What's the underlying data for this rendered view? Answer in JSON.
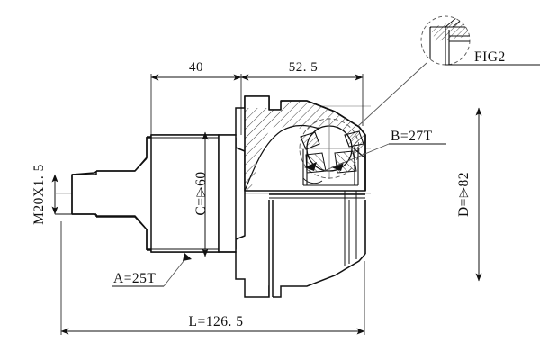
{
  "drawing": {
    "type": "engineering-drawing",
    "subject": "CV joint (constant velocity joint) outer housing assembly",
    "background_color": "#ffffff",
    "line_color": "#111111",
    "dimensions": {
      "top_left": {
        "value": "40",
        "name": "stub-length-dimension"
      },
      "top_right": {
        "value": "52. 5",
        "name": "housing-length-dimension"
      },
      "bottom": {
        "value": "L=126. 5",
        "name": "overall-length-dimension"
      },
      "left_vertical": {
        "value": "M20X1. 5",
        "name": "thread-spec-label"
      },
      "right_vertical": {
        "value": "D=⌲82",
        "name": "outer-diameter-dimension"
      },
      "center_vertical": {
        "value": "C=⌲60",
        "name": "bore-diameter-dimension"
      }
    },
    "callouts": {
      "spline_a": {
        "value": "A=25T",
        "name": "shaft-spline-teeth-callout"
      },
      "spline_b": {
        "value": "B=27T",
        "name": "inner-race-spline-teeth-callout"
      },
      "detail": {
        "value": "FIG2",
        "name": "detail-view-callout"
      }
    }
  }
}
